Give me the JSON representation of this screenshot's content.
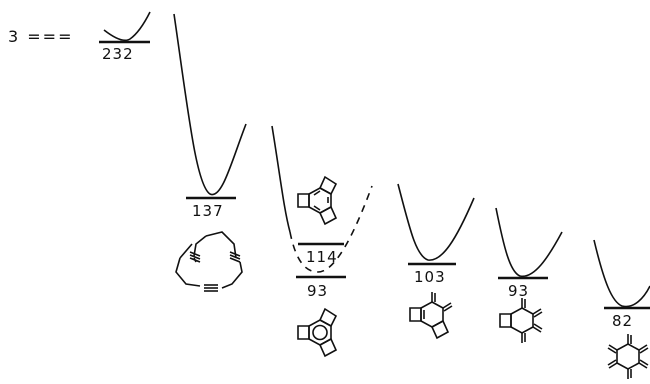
{
  "prefix": "3 ===",
  "levels": [
    {
      "id": "cyclobutadiene-trimer",
      "energy": "232"
    },
    {
      "id": "cyclic-triyne",
      "energy": "137"
    },
    {
      "id": "trisbenzocyclobutadiene-diradical",
      "energy": "114"
    },
    {
      "id": "tris-benzocyclobutadiene-benzene",
      "energy": "93"
    },
    {
      "id": "quinoid-isomer-a",
      "energy": "103"
    },
    {
      "id": "quinoid-isomer-b",
      "energy": "93"
    },
    {
      "id": "hexaradialene-like",
      "energy": "82"
    }
  ]
}
